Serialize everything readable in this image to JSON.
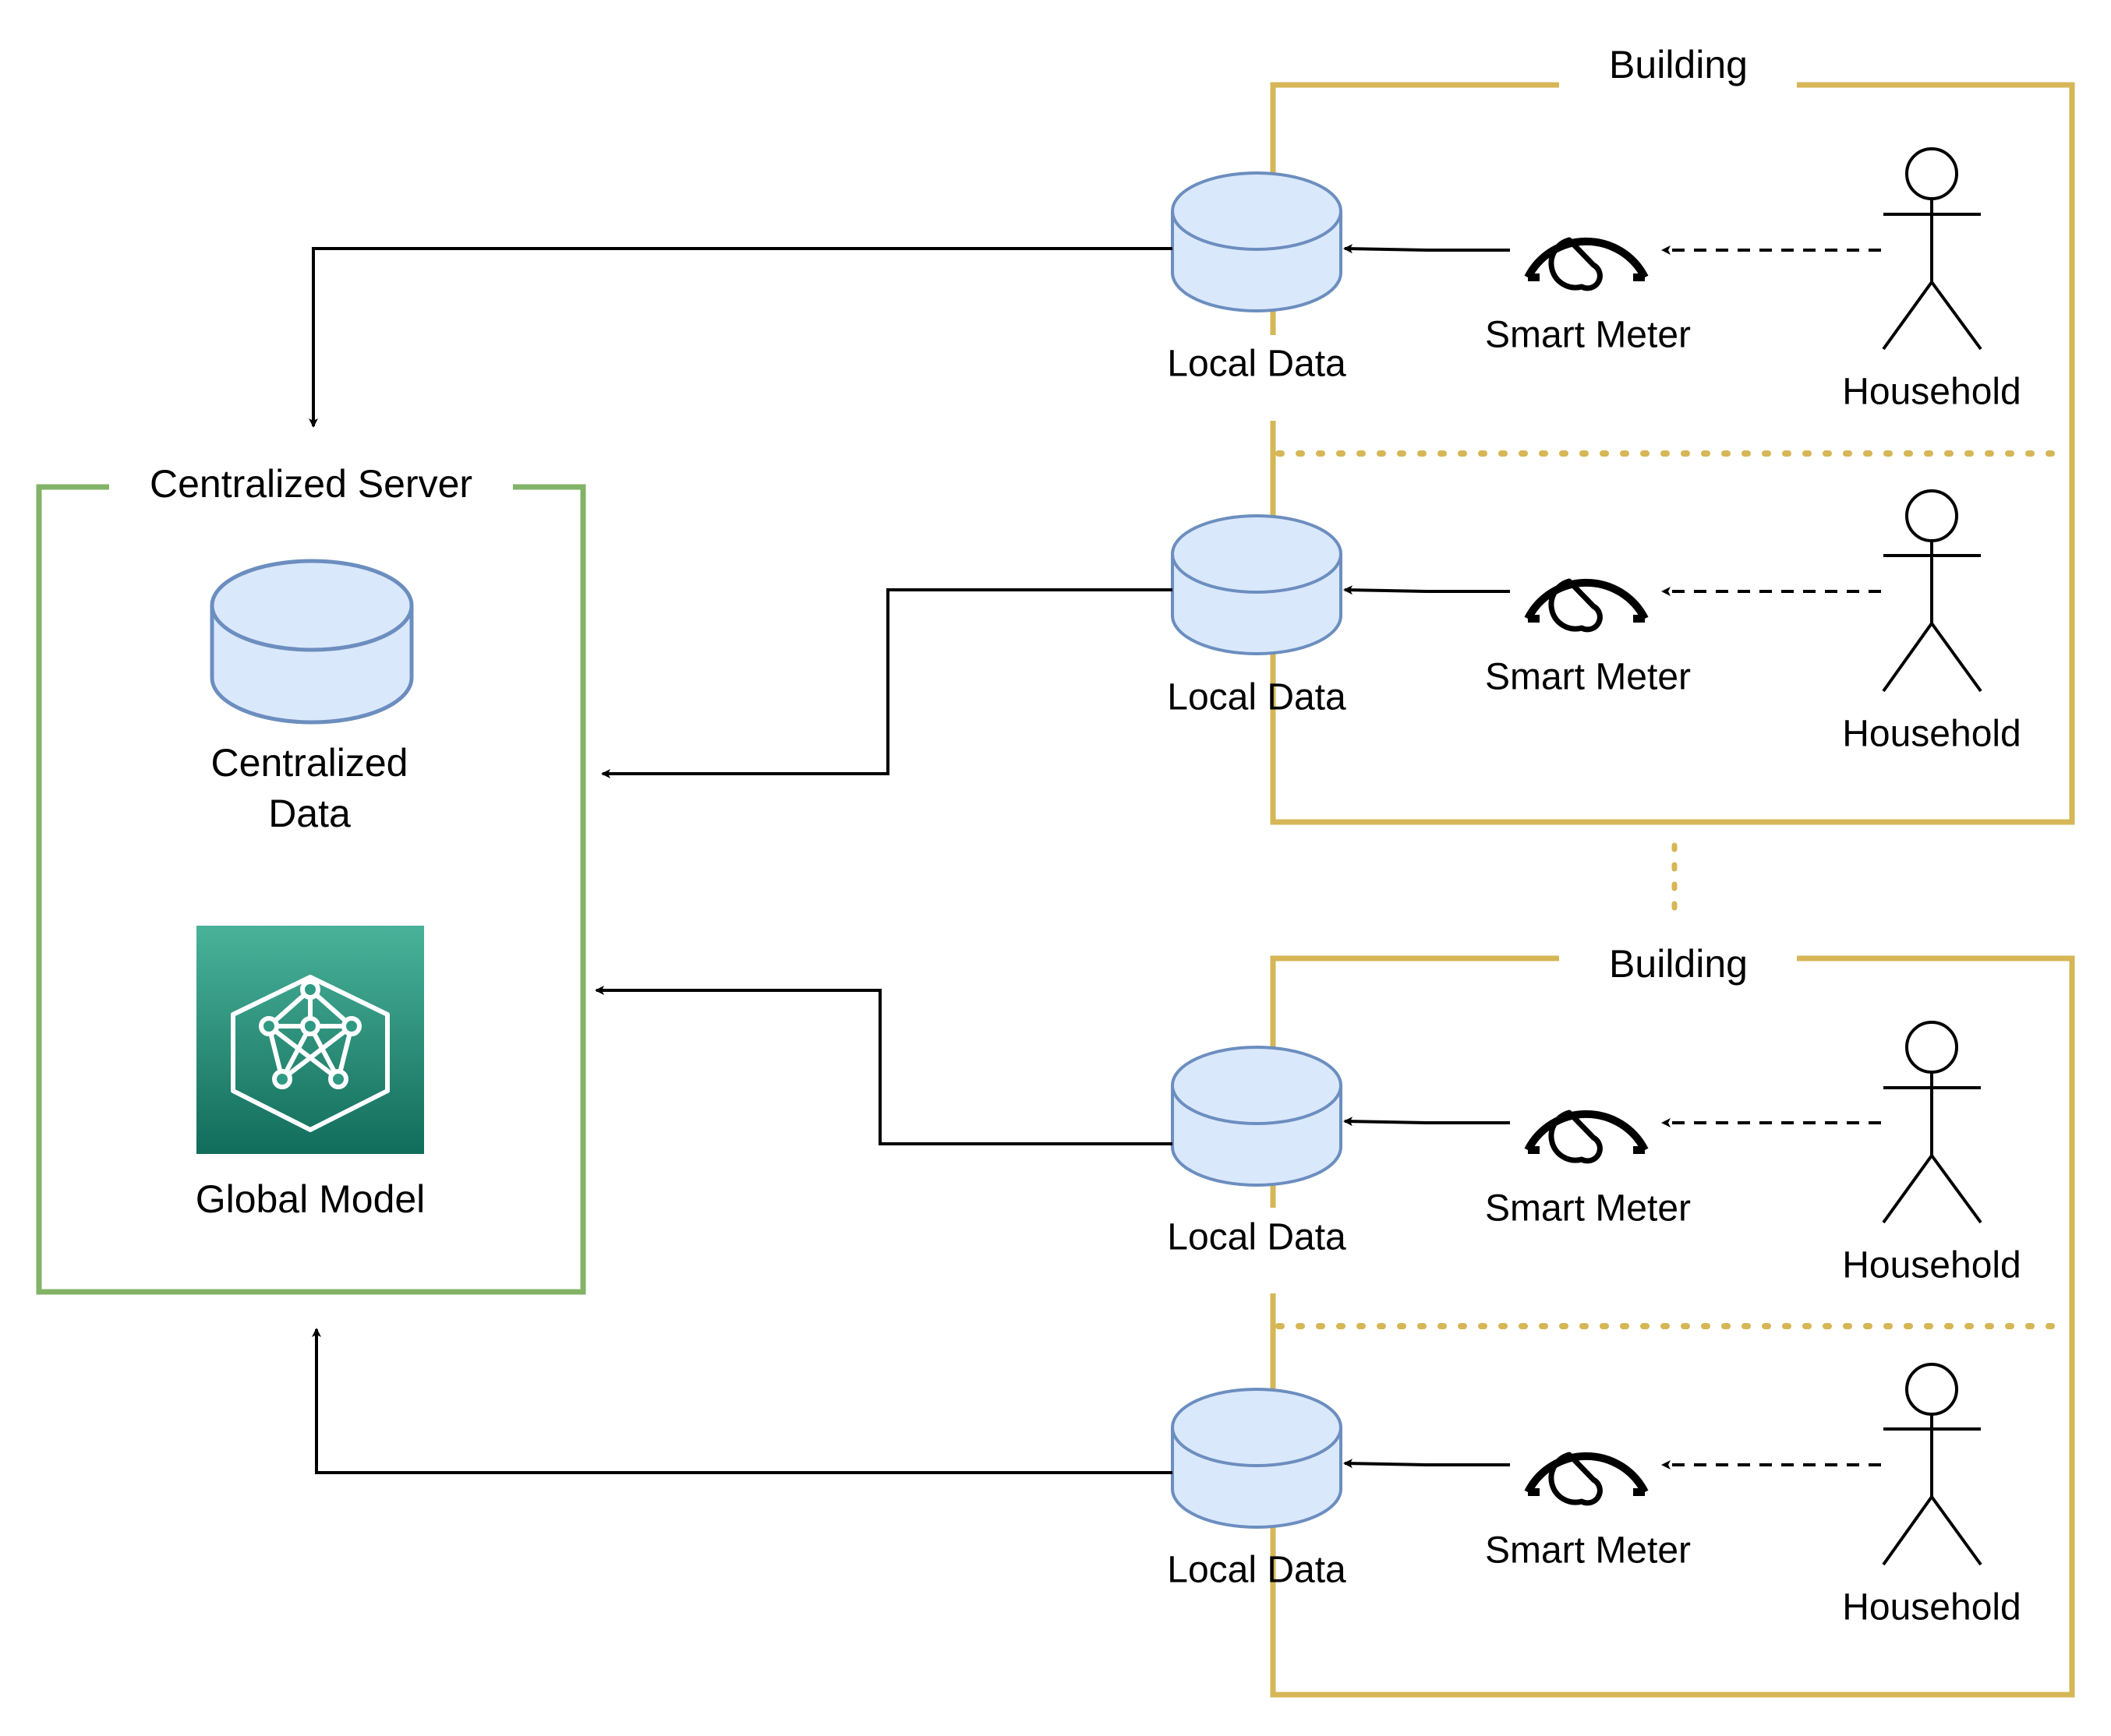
{
  "server": {
    "title": "Centralized Server",
    "centralized_data_line1": "Centralized",
    "centralized_data_line2": "Data",
    "global_model_label": "Global Model",
    "global_model_icon": "neural-network-icon"
  },
  "buildings": [
    {
      "title": "Building",
      "households": [
        {
          "local_data_label": "Local Data",
          "meter_label": "Smart Meter",
          "household_label": "Household"
        },
        {
          "local_data_label": "Local Data",
          "meter_label": "Smart Meter",
          "household_label": "Household"
        }
      ]
    },
    {
      "title": "Building",
      "households": [
        {
          "local_data_label": "Local Data",
          "meter_label": "Smart Meter",
          "household_label": "Household"
        },
        {
          "local_data_label": "Local Data",
          "meter_label": "Smart Meter",
          "household_label": "Household"
        }
      ]
    }
  ],
  "colors": {
    "server_border": "#82b366",
    "building_border": "#d6b656",
    "cylinder_fill": "#dae8fc",
    "cylinder_stroke": "#6c8ebf",
    "model_icon_top": "#4ab29a",
    "model_icon_bottom": "#116d5b"
  }
}
